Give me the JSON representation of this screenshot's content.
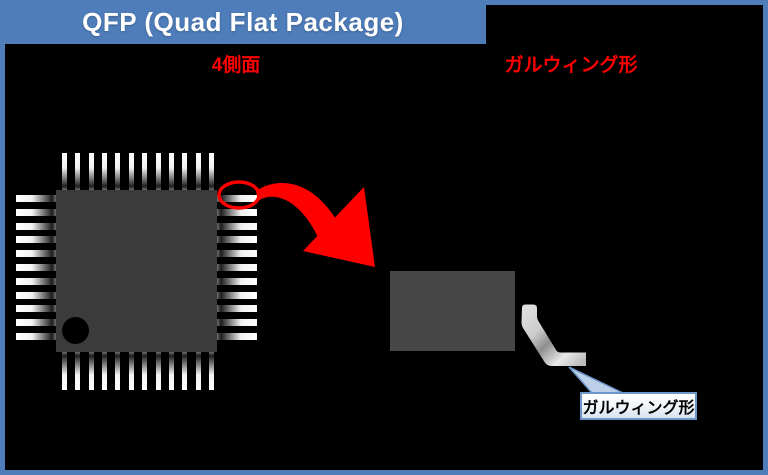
{
  "header": {
    "title": "QFP (Quad Flat Package)"
  },
  "annotations": {
    "left_label": "4側面",
    "right_label": "ガルウィング形"
  },
  "callout": {
    "label": "ガルウィング形"
  },
  "colors": {
    "header_blue": "#4e7dba",
    "page_border_blue": "#4e7dba",
    "background": "#000000",
    "annotation_red": "#ff0000",
    "chip_body_gray": "#3b3b3b",
    "detail_body_gray": "#464646",
    "lead_silver": "#cfcfcf",
    "callout_border_blue": "#6c96c8",
    "callout_fill": "#d8e3f1"
  },
  "icons": {
    "highlight_circle": "red ellipse around top-right lead",
    "curved_arrow": "red curved zoom arrow",
    "gull_wing_lead": "gull-wing shaped lead side profile",
    "callout_pointer": "callout pointer triangle"
  }
}
